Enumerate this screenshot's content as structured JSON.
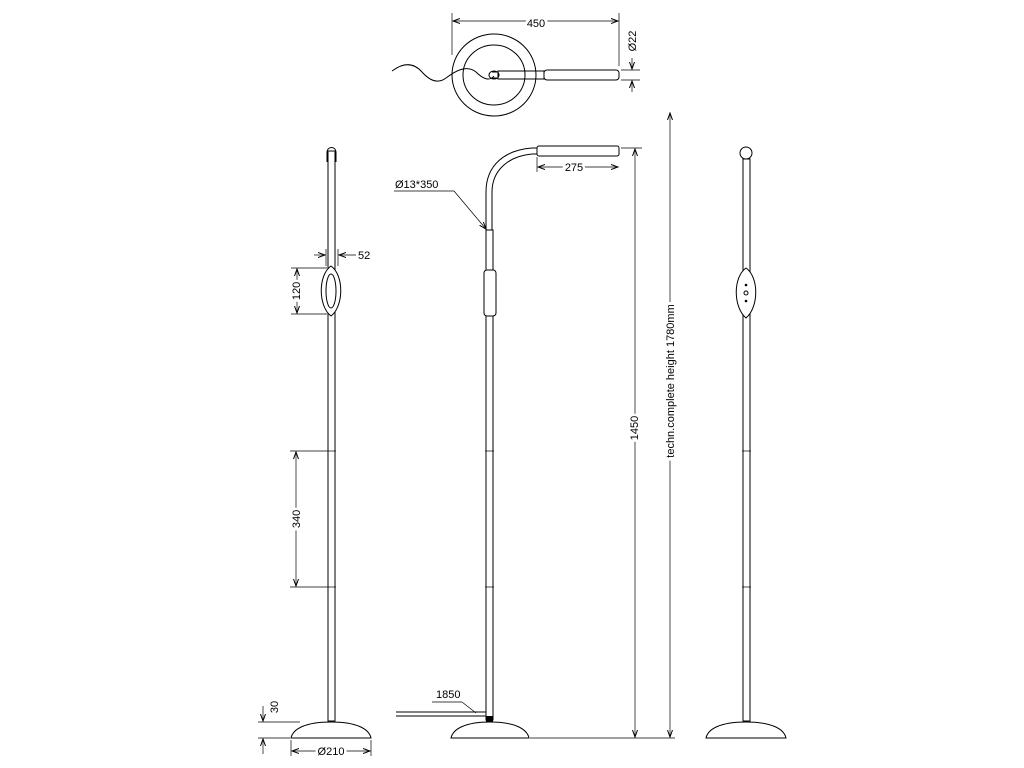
{
  "dimensions": {
    "top_width": "450",
    "top_diameter": "Ø22",
    "arm_length": "275",
    "gooseneck": "Ø13*350",
    "switch_width": "52",
    "switch_height": "120",
    "segment_length": "340",
    "base_height": "30",
    "base_diameter": "Ø210",
    "cable_length": "1850",
    "light_height": "1450",
    "total_height": "techn.complete height 1780mm"
  }
}
